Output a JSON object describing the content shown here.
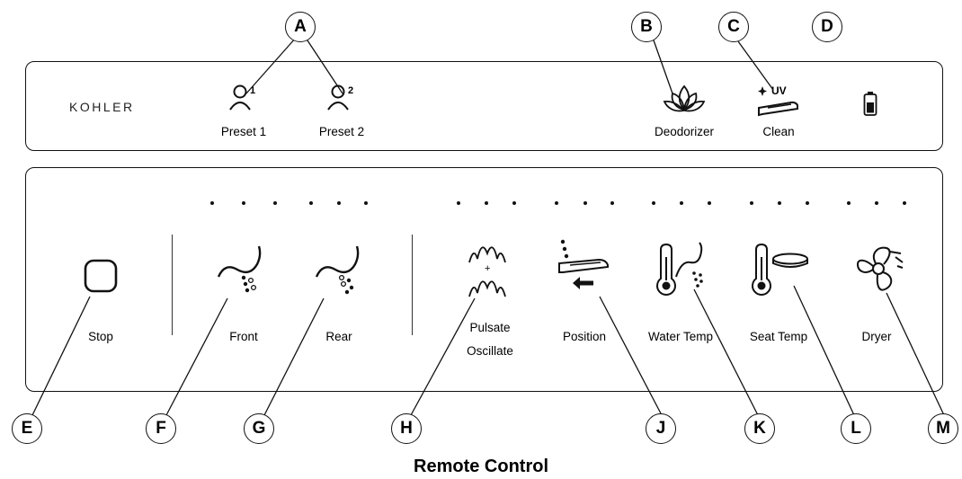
{
  "title": "Remote Control",
  "brand": "KOHLER",
  "top_panel": {
    "preset1_label": "Preset 1",
    "preset1_number": "1",
    "preset2_label": "Preset 2",
    "preset2_number": "2",
    "deodorizer_label": "Deodorizer",
    "clean_label": "Clean",
    "clean_badge": "UV"
  },
  "controls": {
    "stop": "Stop",
    "front": "Front",
    "rear": "Rear",
    "pulsate_line1": "Pulsate",
    "pulsate_plus": "+",
    "pulsate_line2": "Oscillate",
    "position": "Position",
    "water_temp": "Water Temp",
    "seat_temp": "Seat Temp",
    "dryer": "Dryer"
  },
  "callouts": {
    "A": "A",
    "B": "B",
    "C": "C",
    "D": "D",
    "E": "E",
    "F": "F",
    "G": "G",
    "H": "H",
    "J": "J",
    "K": "K",
    "L": "L",
    "M": "M"
  }
}
